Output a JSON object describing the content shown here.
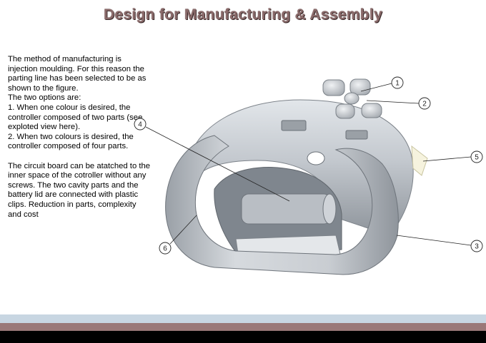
{
  "slide": {
    "title": "Design for Manufacturing & Assembly",
    "paragraphs": [
      "The method of manufacturing is injection moulding. For this reason the parting line has been selected to be as shown to the figure.",
      "The two options are:",
      " 1.  When one colour is desired, the controller composed of two parts (see exploted view here).",
      "2.  When two colours is desired, the controller composed of four parts.",
      "The circuit board can be atatched to the inner space of the cotroller without any screws. The two cavity parts and the  battery lid are connected with plastic clips. Reduction in parts, complexity and cost"
    ]
  },
  "figure": {
    "callouts": [
      "1",
      "2",
      "3",
      "4",
      "5",
      "6"
    ]
  },
  "colors": {
    "title": "#8a6a6a",
    "band_light": "#c8d6e2",
    "band_mid": "#9a7878",
    "band_dark": "#000000"
  }
}
